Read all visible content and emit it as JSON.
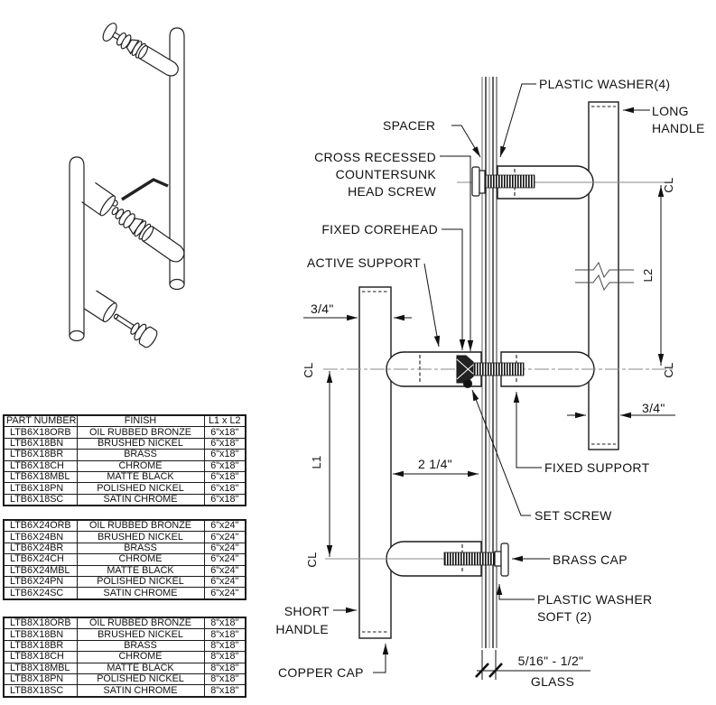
{
  "diagram": {
    "labels": {
      "plastic_washer4": "PLASTIC WASHER(4)",
      "spacer": "SPACER",
      "screw_line1": "CROSS RECESSED",
      "screw_line2": "COUNTERSUNK",
      "screw_line3": "HEAD SCREW",
      "fixed_corehead": "FIXED COREHEAD",
      "active_support": "ACTIVE SUPPORT",
      "long_line1": "LONG",
      "long_line2": "HANDLE",
      "fixed_support": "FIXED SUPPORT",
      "set_screw": "SET SCREW",
      "brass_cap": "BRASS CAP",
      "washer_soft_line1": "PLASTIC WASHER",
      "washer_soft_line2": "SOFT (2)",
      "short_line1": "SHORT",
      "short_line2": "HANDLE",
      "copper_cap": "COPPER CAP",
      "glass_range": "5/16\" - 1/2\"",
      "glass": "GLASS"
    },
    "dims": {
      "d34": "3/4\"",
      "d214": "2 1/4\"",
      "L1": "L1",
      "L2": "L2",
      "CL": "CL"
    }
  },
  "tables": {
    "headers": [
      "PART NUMBER",
      "FINISH",
      "L1 x L2"
    ],
    "t1": {
      "rows": [
        [
          "LTB6X18ORB",
          "OIL RUBBED BRONZE",
          "6\"x18\""
        ],
        [
          "LTB6X18BN",
          "BRUSHED NICKEL",
          "6\"x18\""
        ],
        [
          "LTB6X18BR",
          "BRASS",
          "6\"x18\""
        ],
        [
          "LTB6X18CH",
          "CHROME",
          "6\"x18\""
        ],
        [
          "LTB6X18MBL",
          "MATTE BLACK",
          "6\"x18\""
        ],
        [
          "LTB6X18PN",
          "POLISHED NICKEL",
          "6\"x18\""
        ],
        [
          "LTB6X18SC",
          "SATIN CHROME",
          "6\"x18\""
        ]
      ]
    },
    "t2": {
      "rows": [
        [
          "LTB6X24ORB",
          "OIL RUBBED BRONZE",
          "6\"x24\""
        ],
        [
          "LTB6X24BN",
          "BRUSHED NICKEL",
          "6\"x24\""
        ],
        [
          "LTB6X24BR",
          "BRASS",
          "6\"x24\""
        ],
        [
          "LTB6X24CH",
          "CHROME",
          "6\"x24\""
        ],
        [
          "LTB6X24MBL",
          "MATTE BLACK",
          "6\"x24\""
        ],
        [
          "LTB6X24PN",
          "POLISHED NICKEL",
          "6\"x24\""
        ],
        [
          "LTB6X24SC",
          "SATIN CHROME",
          "6\"x24\""
        ]
      ]
    },
    "t3": {
      "rows": [
        [
          "LTB8X18ORB",
          "OIL RUBBED BRONZE",
          "8\"x18\""
        ],
        [
          "LTB8X18BN",
          "BRUSHED NICKEL",
          "8\"x18\""
        ],
        [
          "LTB8X18BR",
          "BRASS",
          "8\"x18\""
        ],
        [
          "LTB8X18CH",
          "CHROME",
          "8\"x18\""
        ],
        [
          "LTB8X18MBL",
          "MATTE BLACK",
          "8\"x18\""
        ],
        [
          "LTB8X18PN",
          "POLISHED NICKEL",
          "8\"x18\""
        ],
        [
          "LTB8X18SC",
          "SATIN CHROME",
          "8\"x18\""
        ]
      ]
    }
  }
}
